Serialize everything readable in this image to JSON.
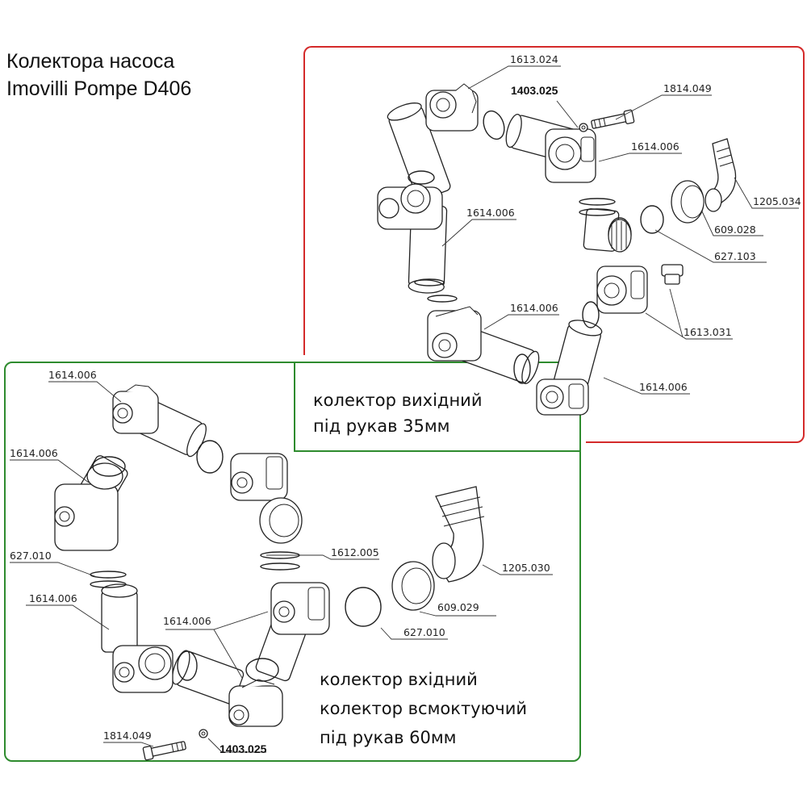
{
  "title": {
    "line1": "Колектора насоса",
    "line2": "Imovilli Pompe D406"
  },
  "colors": {
    "outlet_frame": "#d42a2a",
    "inlet_frame": "#2e8b2e"
  },
  "outlet_manifold": {
    "caption_line1": "колектор вихідний",
    "caption_line2": "під рукав 35мм",
    "part_labels": {
      "p1": "1613.024",
      "p2": "1403.025",
      "p3": "1814.049",
      "p4": "1614.006",
      "p5": "1205.034",
      "p6": "1614.006",
      "p7": "609.028",
      "p8": "627.103",
      "p9": "1614.006",
      "p10": "1613.031",
      "p11": "1614.006"
    }
  },
  "inlet_manifold": {
    "caption_line1": "колектор вхідний",
    "caption_line2": "колектор всмоктуючий",
    "caption_line3": "під рукав 60мм",
    "part_labels": {
      "q1": "1614.006",
      "q2": "1614.006",
      "q3": "627.010",
      "q4": "1612.005",
      "q5": "1205.030",
      "q6": "609.029",
      "q7": "627.010",
      "q8": "1614.006",
      "q9": "1614.006",
      "q10": "1814.049",
      "q11": "1403.025"
    }
  }
}
